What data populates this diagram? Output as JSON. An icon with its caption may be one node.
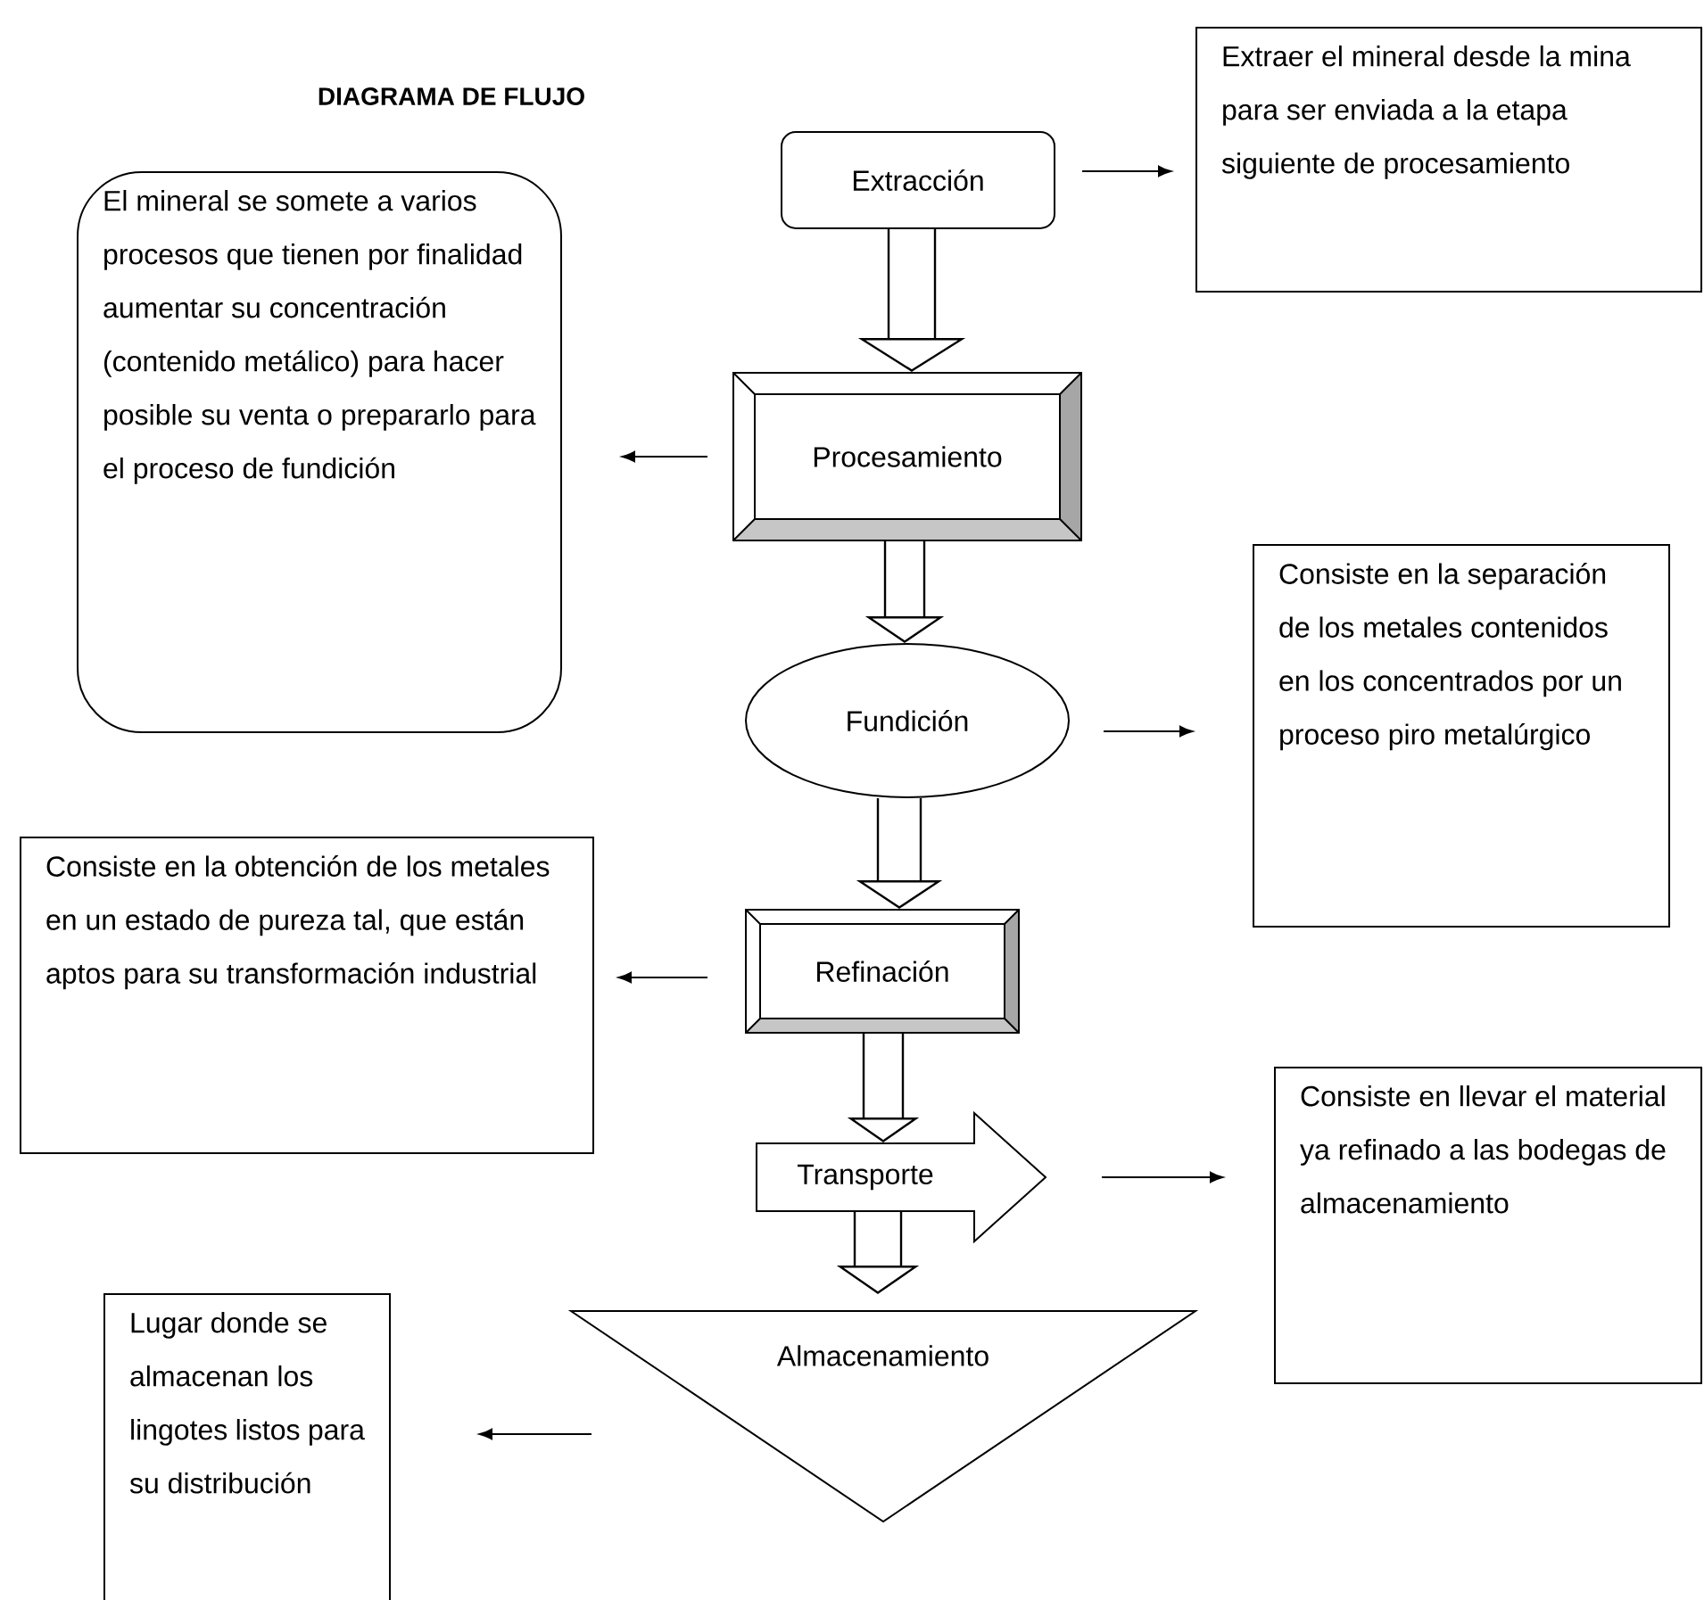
{
  "diagram": {
    "title": "DIAGRAMA DE FLUJO",
    "nodes": [
      {
        "text": [
          "Extracción"
        ]
      },
      {
        "text": [
          "Extraer el mineral desde la mina para ser enviada a la etapa siguiente de procesamiento"
        ]
      },
      {
        "text": [
          "El mineral se somete a varios procesos que tienen por finalidad aumentar su concentración (contenido metálico) para hacer posible su venta o prepararlo para el proceso de fundición"
        ]
      },
      {
        "text": [
          "Procesamiento"
        ]
      },
      {
        "text": [
          "Fundición"
        ]
      },
      {
        "text": [
          "Consiste en la separación de los metales contenidos en los concentrados por un proceso piro metalúrgico"
        ]
      },
      {
        "text": [
          "Consiste en la obtención de los metales en un estado de pureza tal, que están aptos para su transformación industrial"
        ]
      },
      {
        "text": [
          "Refinación"
        ]
      },
      {
        "text": [
          "Transporte"
        ]
      },
      {
        "text": [
          "Consiste en llevar el material ya refinado a las bodegas de almacenamiento"
        ]
      },
      {
        "text": [
          "Almacenamiento"
        ]
      },
      {
        "text": [
          "Lugar donde se almacenan los lingotes listos para su distribución"
        ]
      }
    ],
    "edges": [
      {
        "from": 0,
        "to": 1,
        "arrow": "to"
      },
      {
        "from": 0,
        "to": 3,
        "arrow": "to",
        "style": "thick"
      },
      {
        "from": 3,
        "to": 2,
        "arrow": "to"
      },
      {
        "from": 3,
        "to": 4,
        "arrow": "to",
        "style": "thick"
      },
      {
        "from": 4,
        "to": 5,
        "arrow": "to"
      },
      {
        "from": 4,
        "to": 7,
        "arrow": "to",
        "style": "thick"
      },
      {
        "from": 7,
        "to": 6,
        "arrow": "to"
      },
      {
        "from": 7,
        "to": 8,
        "arrow": "to",
        "style": "thick"
      },
      {
        "from": 8,
        "to": 9,
        "arrow": "to"
      },
      {
        "from": 8,
        "to": 10,
        "arrow": "to",
        "style": "thick"
      },
      {
        "from": 10,
        "to": 11,
        "arrow": "to"
      }
    ]
  }
}
